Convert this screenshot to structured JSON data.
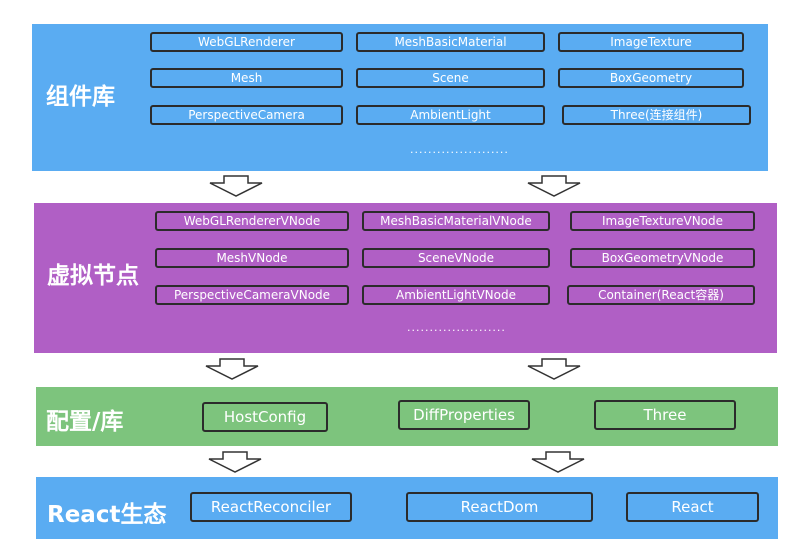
{
  "bands": [
    {
      "title": "组件库",
      "color": "#5aacf2",
      "items": [
        "WebGLRenderer",
        "MeshBasicMaterial",
        "ImageTexture",
        "Mesh",
        "Scene",
        "BoxGeometry",
        "PerspectiveCamera",
        "AmbientLight",
        "Three(连接组件)"
      ],
      "more": "......................"
    },
    {
      "title": "虚拟节点",
      "color": "#b05fc5",
      "items": [
        "WebGLRendererVNode",
        "MeshBasicMaterialVNode",
        "ImageTextureVNode",
        "MeshVNode",
        "SceneVNode",
        "BoxGeometryVNode",
        "PerspectiveCameraVNode",
        "AmbientLightVNode",
        "Container(React容器)"
      ],
      "more": "......................"
    },
    {
      "title": "配置/库",
      "color": "#7dc47d",
      "items": [
        "HostConfig",
        "DiffProperties",
        "Three"
      ]
    },
    {
      "title": "React生态",
      "color": "#5aacf2",
      "items": [
        "ReactReconciler",
        "ReactDom",
        "React"
      ]
    }
  ]
}
